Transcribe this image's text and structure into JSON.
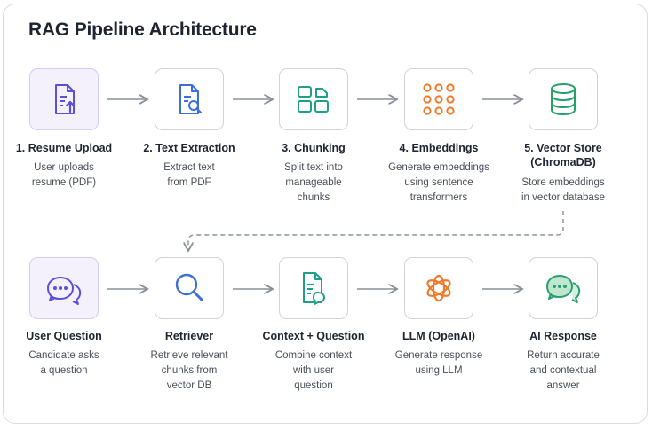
{
  "title": "RAG Pipeline Architecture",
  "row1": [
    {
      "label": "1. Resume Upload",
      "desc": [
        "User uploads",
        "resume (PDF)"
      ],
      "icon": "file-upload-icon",
      "color": "#5b4fd6"
    },
    {
      "label": "2. Text Extraction",
      "desc": [
        "Extract text",
        "from PDF"
      ],
      "icon": "file-search-icon",
      "color": "#3d6fd8"
    },
    {
      "label": "3. Chunking",
      "desc": [
        "Split text into",
        "manageable",
        "chunks"
      ],
      "icon": "chunks-icon",
      "color": "#1f9e8a"
    },
    {
      "label": "4. Embeddings",
      "desc": [
        "Generate embeddings",
        "using sentence",
        "transformers"
      ],
      "icon": "dot-grid-icon",
      "color": "#f07a2a"
    },
    {
      "label": [
        "5. Vector Store",
        "(ChromaDB)"
      ],
      "desc": [
        "Store embeddings",
        "in vector database"
      ],
      "icon": "database-icon",
      "color": "#27a06a"
    }
  ],
  "row2": [
    {
      "label": "User Question",
      "desc": [
        "Candidate asks",
        "a question"
      ],
      "icon": "chat-bubbles-icon",
      "color": "#5b4fd6"
    },
    {
      "label": "Retriever",
      "desc": [
        "Retrieve relevant",
        "chunks from",
        "vector DB"
      ],
      "icon": "magnifier-icon",
      "color": "#3d6fd8"
    },
    {
      "label": "Context + Question",
      "desc": [
        "Combine context",
        "with user",
        "question"
      ],
      "icon": "document-context-icon",
      "color": "#1f9e8a"
    },
    {
      "label": "LLM (OpenAI)",
      "desc": [
        "Generate response",
        "using LLM"
      ],
      "icon": "openai-logo-icon",
      "color": "#f07a2a"
    },
    {
      "label": "AI Response",
      "desc": [
        "Return accurate",
        "and contextual",
        "answer"
      ],
      "icon": "response-bubbles-icon",
      "color": "#27a06a"
    }
  ]
}
